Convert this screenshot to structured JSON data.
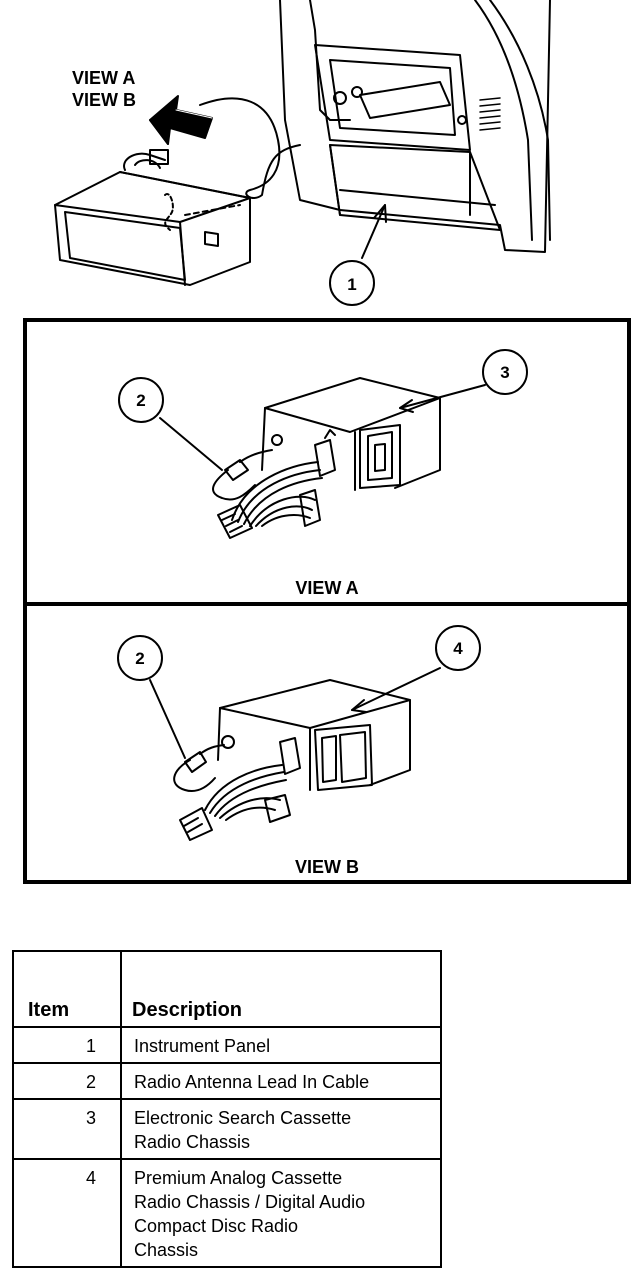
{
  "top_view": {
    "label_view_a": "VIEW A",
    "label_view_b": "VIEW B",
    "callout_1": "1"
  },
  "panel_a": {
    "title": "VIEW A",
    "callout_2": "2",
    "callout_3": "3"
  },
  "panel_b": {
    "title": "VIEW B",
    "callout_2": "2",
    "callout_4": "4"
  },
  "legend": {
    "header_item": "Item",
    "header_description": "Description",
    "rows": [
      {
        "item": "1",
        "lines": [
          "Instrument Panel"
        ]
      },
      {
        "item": "2",
        "lines": [
          "Radio Antenna Lead In Cable"
        ]
      },
      {
        "item": "3",
        "lines": [
          "Electronic Search Cassette",
          "Radio Chassis"
        ]
      },
      {
        "item": "4",
        "lines": [
          "Premium Analog Cassette",
          "Radio Chassis / Digital Audio",
          "Compact Disc Radio",
          "Chassis"
        ]
      }
    ]
  }
}
